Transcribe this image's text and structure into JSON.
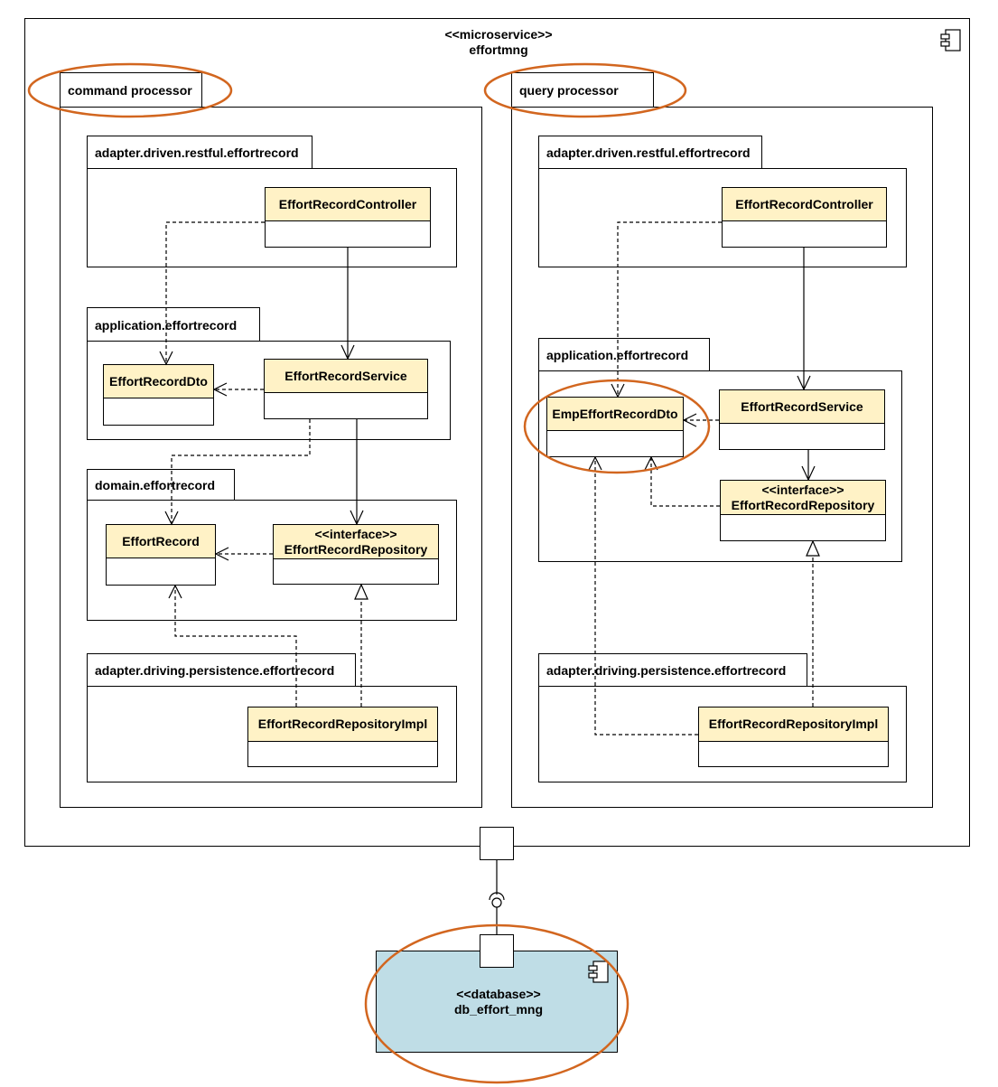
{
  "microservice": {
    "stereotype": "<<microservice>>",
    "name": "effortmng"
  },
  "command": {
    "label": "command processor",
    "pkg_driven": "adapter.driven.restful.effortrecord",
    "pkg_app": "application.effortrecord",
    "pkg_domain": "domain.effortrecord",
    "pkg_persist": "adapter.driving.persistence.effortrecord",
    "controller": "EffortRecordController",
    "service": "EffortRecordService",
    "dto": "EffortRecordDto",
    "entity": "EffortRecord",
    "repo_stereotype": "<<interface>>",
    "repo": "EffortRecordRepository",
    "repo_impl": "EffortRecordRepositoryImpl"
  },
  "query": {
    "label": "query processor",
    "pkg_driven": "adapter.driven.restful.effortrecord",
    "pkg_app": "application.effortrecord",
    "pkg_persist": "adapter.driving.persistence.effortrecord",
    "controller": "EffortRecordController",
    "service": "EffortRecordService",
    "dto": "EmpEffortRecordDto",
    "repo_stereotype": "<<interface>>",
    "repo": "EffortRecordRepository",
    "repo_impl": "EffortRecordRepositoryImpl"
  },
  "database": {
    "stereotype": "<<database>>",
    "name": "db_effort_mng",
    "fill_color": "#bfdde6"
  },
  "colors": {
    "class_header": "#fff2c6",
    "highlight_ellipse": "#d2661f"
  },
  "icons": [
    "component-icon",
    "component-icon"
  ]
}
